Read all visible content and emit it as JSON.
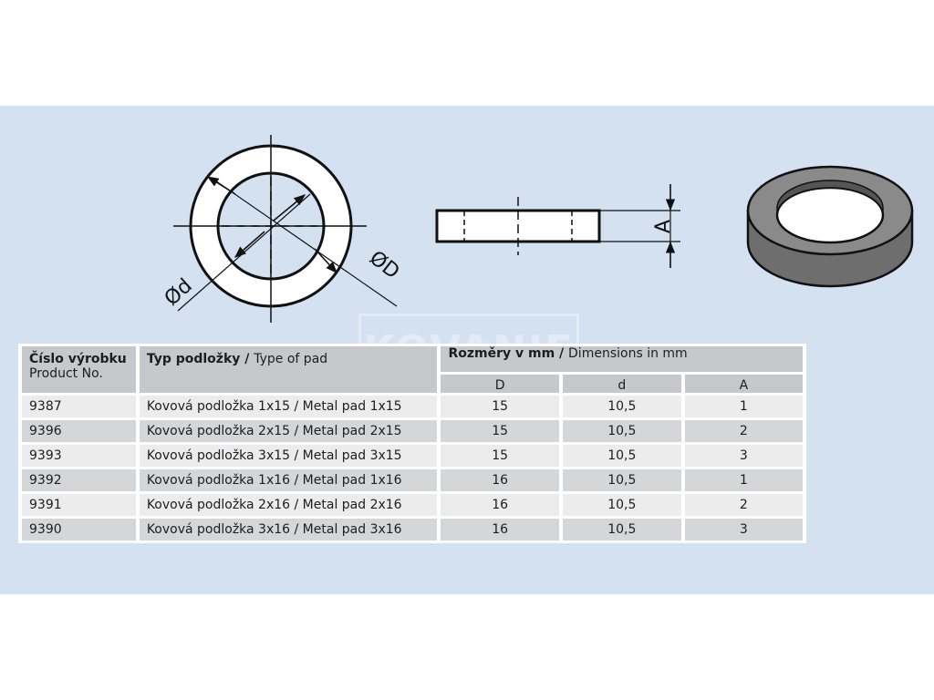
{
  "drawing": {
    "label_d_small": "Ød",
    "label_d_large": "ØD",
    "label_a": "A"
  },
  "watermark": "KOVANIE",
  "table": {
    "col1": {
      "title": "Číslo výrobku",
      "subtitle": "Product No."
    },
    "col2": {
      "title": "Typ podložky / ",
      "subtitle": "Type of pad"
    },
    "group": {
      "title": "Rozměry v mm / ",
      "subtitle": "Dimensions in mm"
    },
    "sub_headers": [
      "D",
      "d",
      "A"
    ],
    "rows": [
      {
        "no": "9387",
        "type": "Kovová podložka 1x15 / Metal pad 1x15",
        "D": "15",
        "d": "10,5",
        "A": "1"
      },
      {
        "no": "9396",
        "type": "Kovová podložka 2x15 / Metal pad 2x15",
        "D": "15",
        "d": "10,5",
        "A": "2"
      },
      {
        "no": "9393",
        "type": "Kovová podložka 3x15 / Metal pad 3x15",
        "D": "15",
        "d": "10,5",
        "A": "3"
      },
      {
        "no": "9392",
        "type": "Kovová podložka 1x16 / Metal pad 1x16",
        "D": "16",
        "d": "10,5",
        "A": "1"
      },
      {
        "no": "9391",
        "type": "Kovová podložka 2x16 / Metal pad 2x16",
        "D": "16",
        "d": "10,5",
        "A": "2"
      },
      {
        "no": "9390",
        "type": "Kovová podložka 3x16 / Metal pad 3x16",
        "D": "16",
        "d": "10,5",
        "A": "3"
      }
    ]
  }
}
